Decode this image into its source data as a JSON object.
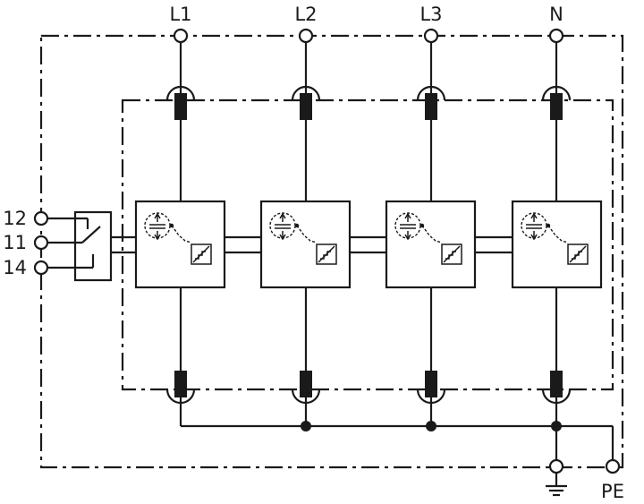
{
  "diagram": {
    "phases": [
      {
        "id": "l1",
        "label": "L1"
      },
      {
        "id": "l2",
        "label": "L2"
      },
      {
        "id": "l3",
        "label": "L3"
      },
      {
        "id": "n",
        "label": "N"
      }
    ],
    "contacts": [
      {
        "id": "c12",
        "label": "12"
      },
      {
        "id": "c11",
        "label": "11"
      },
      {
        "id": "c14",
        "label": "14"
      }
    ],
    "pe_label": "PE",
    "ground_symbol": "earth-ground-icon"
  }
}
